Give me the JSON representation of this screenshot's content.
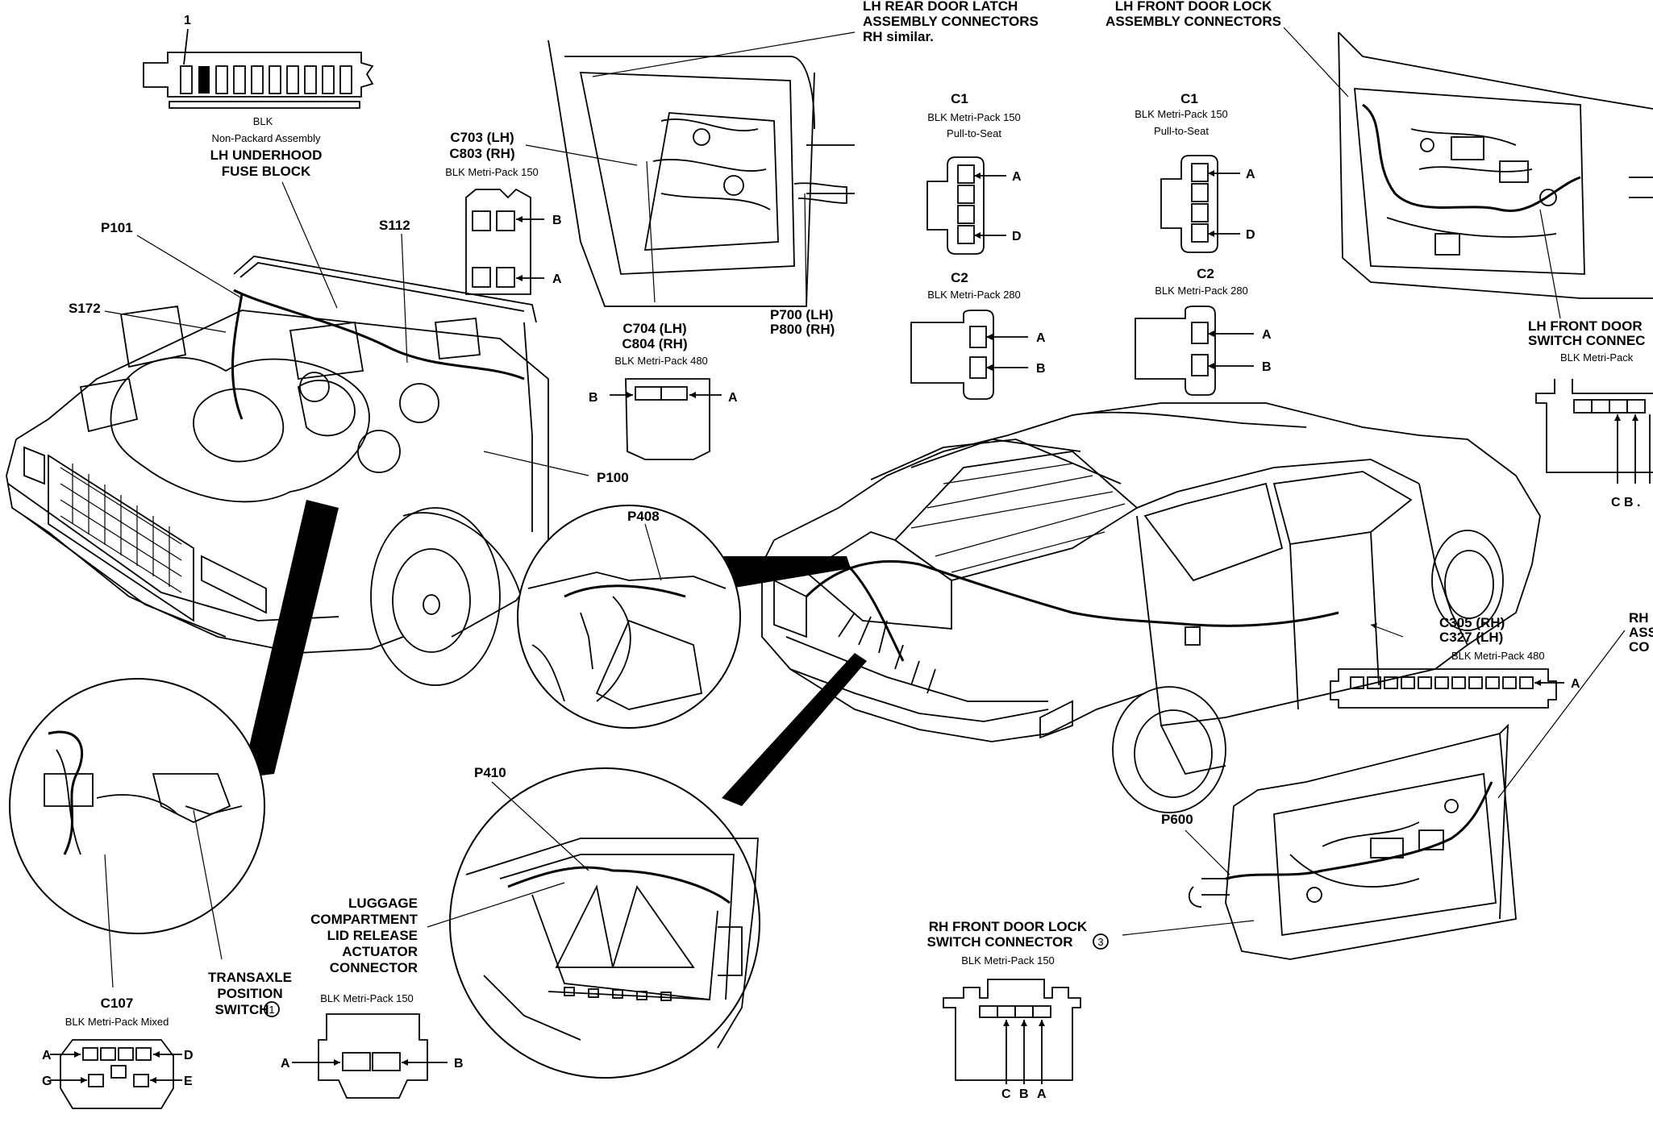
{
  "fuse_block": {
    "pin_number": "1",
    "color": "BLK",
    "type": "Non-Packard Assembly",
    "name_line1": "LH UNDERHOOD",
    "name_line2": "FUSE BLOCK"
  },
  "labels": {
    "p101": "P101",
    "s172": "S172",
    "s112": "S112",
    "p100": "P100",
    "p408": "P408",
    "p410": "P410",
    "p600": "P600"
  },
  "c703": {
    "line1": "C703  (LH)",
    "line2": "C803  (RH)",
    "type": "BLK Metri-Pack 150",
    "pin_b": "B",
    "pin_a": "A"
  },
  "rear_door_latch": {
    "line1": "LH REAR DOOR LATCH",
    "line2": "ASSEMBLY CONNECTORS",
    "line3": "RH similar."
  },
  "c704": {
    "line1": "C704  (LH)",
    "line2": "C804  (RH)",
    "type": "BLK Metri-Pack 480",
    "pin_b": "B",
    "pin_a": "A"
  },
  "p700": {
    "line1": "P700  (LH)",
    "line2": "P800  (RH)"
  },
  "c1_left": {
    "title": "C1",
    "type": "BLK Metri-Pack 150",
    "sub": "Pull-to-Seat",
    "pin_a": "A",
    "pin_d": "D"
  },
  "c2_left": {
    "title": "C2",
    "type": "BLK Metri-Pack 280",
    "pin_a": "A",
    "pin_b": "B"
  },
  "c1_right": {
    "title": "C1",
    "type": "BLK Metri-Pack 150",
    "sub": "Pull-to-Seat",
    "pin_a": "A",
    "pin_d": "D"
  },
  "c2_right": {
    "title": "C2",
    "type": "BLK Metri-Pack 280",
    "pin_a": "A",
    "pin_b": "B"
  },
  "front_door_lock": {
    "line1": "LH FRONT DOOR LOCK",
    "line2": "ASSEMBLY CONNECTORS"
  },
  "lh_front_switch": {
    "line1": "LH FRONT DOOR",
    "line2": "SWITCH CONNEC",
    "type": "BLK Metri-Pack",
    "pins": "C  B  ."
  },
  "c305": {
    "line1": "C305  (RH)",
    "line2": "C327  (LH)",
    "type": "BLK Metri-Pack 480",
    "pin_a": "A"
  },
  "rh_edge": {
    "line1": "RH",
    "line2": "ASS",
    "line3": "CO"
  },
  "transaxle": {
    "line1": "TRANSAXLE",
    "line2": "POSITION",
    "line3": "SWITCH",
    "note": "1"
  },
  "c107": {
    "title": "C107",
    "type": "BLK  Metri-Pack Mixed",
    "pin_a": "A",
    "pin_d": "D",
    "pin_g": "G",
    "pin_e": "E"
  },
  "luggage": {
    "line1": "LUGGAGE",
    "line2": "COMPARTMENT",
    "line3": "LID RELEASE",
    "line4": "ACTUATOR",
    "line5": "CONNECTOR",
    "type": "BLK Metri-Pack 150",
    "pin_a": "A",
    "pin_b": "B"
  },
  "rh_front_switch": {
    "line1": "RH FRONT DOOR LOCK",
    "line2": "SWITCH CONNECTOR",
    "note": "3",
    "type": "BLK Metri-Pack 150",
    "pin_c": "C",
    "pin_b": "B",
    "pin_a": "A"
  }
}
